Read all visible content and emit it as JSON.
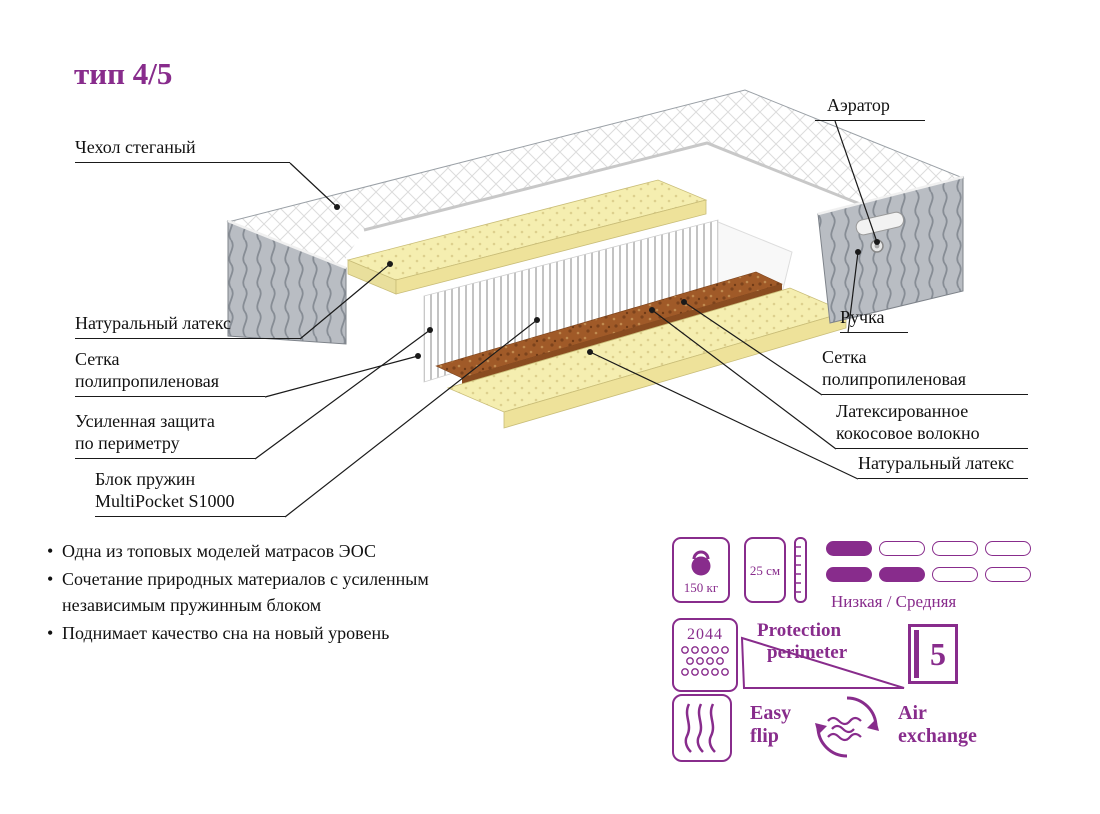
{
  "title": "тип 4/5",
  "callouts": {
    "cover": "Чехол стеганый",
    "aerator": "Аэратор",
    "latex_top": "Натуральный латекс",
    "handle": "Ручка",
    "mesh_left_1": "Сетка",
    "mesh_left_2": "полипропиленовая",
    "mesh_right_1": "Сетка",
    "mesh_right_2": "полипропиленовая",
    "perimeter_1": "Усиленная защита",
    "perimeter_2": "по периметру",
    "springs_1": "Блок пружин",
    "springs_2": "MultiPocket S1000",
    "coconut_1": "Латексированное",
    "coconut_2": "кокосовое волокно",
    "latex_bottom": "Натуральный латекс"
  },
  "features": [
    "Одна из топовых моделей матрасов ЭОС",
    "Сочетание природных материалов с усиленным независимым пружинным блоком",
    "Поднимает качество сна на новый уровень"
  ],
  "specs": {
    "max_weight": "150 кг",
    "height": "25 см",
    "firmness_label": "Низкая / Средняя",
    "firmness_rows": [
      [
        1,
        0,
        0,
        0
      ],
      [
        1,
        1,
        0,
        0
      ]
    ],
    "springs_count": "2044",
    "protection_line1": "Protection",
    "protection_line2": "perimeter",
    "warranty_years": "5",
    "flip_line1": "Easy",
    "flip_line2": "flip",
    "air_line1": "Air",
    "air_line2": "exchange"
  },
  "colors": {
    "accent": "#882c8c",
    "latex": "#f5eeb0",
    "coconut": "#a05a28",
    "panel_gray": "#b9bdc3"
  }
}
